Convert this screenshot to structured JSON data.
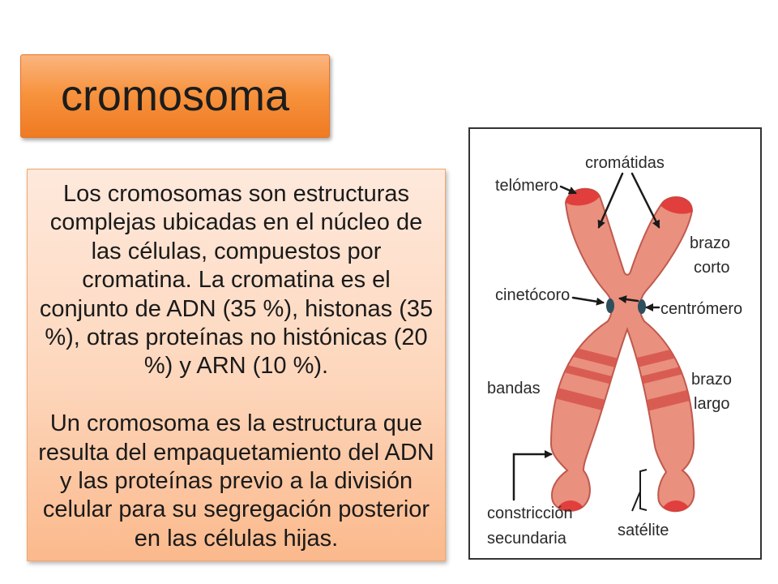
{
  "slide": {
    "title": "cromosoma",
    "body": {
      "paragraphs": [
        {
          "lines": [
            "Los cromosomas son estructuras",
            "complejas ubicadas en el núcleo de",
            "las células, compuestos por",
            "cromatina. La cromatina es el",
            "conjunto de ADN (35 %), histonas (35",
            "%), otras proteínas no histónicas (20",
            "%) y ARN (10 %)."
          ]
        },
        {
          "lines": [
            "Un cromosoma es la estructura que",
            "resulta del empaquetamiento del ADN",
            "y las proteínas previo a la división",
            "celular para su segregación posterior",
            "en las células hijas."
          ]
        }
      ]
    }
  },
  "diagram": {
    "labels": {
      "telomero": "telómero",
      "cromatidas": "cromátidas",
      "brazo_corto": [
        "brazo",
        "corto"
      ],
      "cinetocoro": "cinetócoro",
      "centromero": "centrómero",
      "bandas": "bandas",
      "brazo_largo": [
        "brazo",
        "largo"
      ],
      "constriccion_secundaria": [
        "constricción",
        "secundaria"
      ],
      "satelite": "satélite"
    }
  },
  "colors": {
    "title_top": "#fbb57f",
    "title_mid": "#f7923d",
    "title_bottom": "#ef7a22",
    "body_top": "#fee9dc",
    "body_bottom": "#fbb98c",
    "chromosome": "#e9907f",
    "chromosome_edge": "#c0594d",
    "telomere": "#e03636",
    "band": "#d6544a",
    "kinetochore": "#2d4f5e",
    "arrow": "#1a1a1a"
  }
}
